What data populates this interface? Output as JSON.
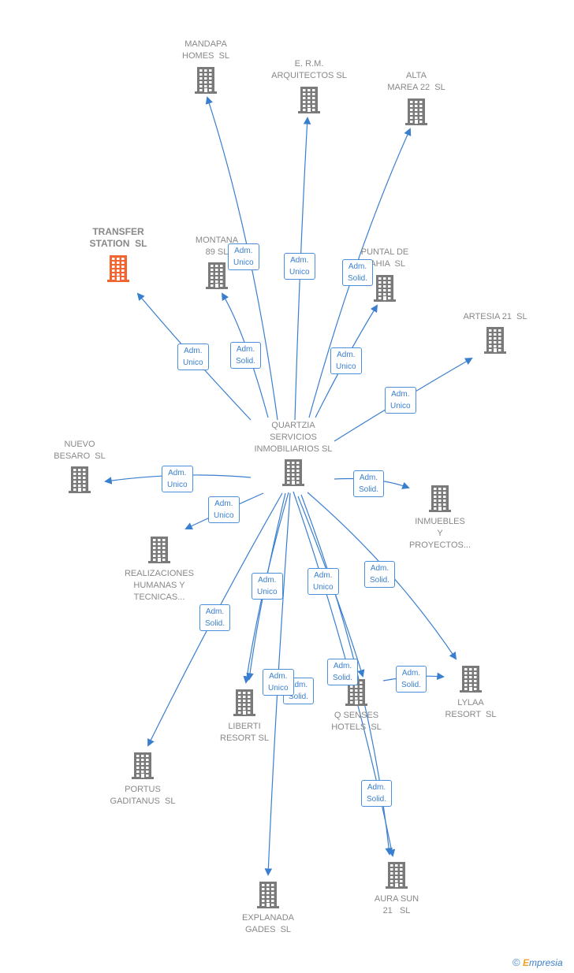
{
  "colors": {
    "building": "#7a7a7a",
    "highlight": "#f26430",
    "edge": "#3a7fcf"
  },
  "nodes": [
    {
      "id": "quartzia",
      "lines": [
        "QUARTZIA",
        "SERVICIOS",
        "INMOBILIARIOS SL"
      ],
      "icon": "building-icon"
    },
    {
      "id": "mandapa",
      "lines": [
        "MANDAPA",
        "HOMES  SL"
      ],
      "icon": "building-icon"
    },
    {
      "id": "erm",
      "lines": [
        "E. R.M.",
        "ARQUITECTOS SL"
      ],
      "icon": "building-icon"
    },
    {
      "id": "altamarea",
      "lines": [
        "ALTA",
        "MAREA 22  SL"
      ],
      "icon": "building-icon"
    },
    {
      "id": "transfer",
      "lines": [
        "TRANSFER",
        "STATION  SL"
      ],
      "icon": "building-icon",
      "highlight": true
    },
    {
      "id": "montana",
      "lines": [
        "MONTANA",
        "89 SL"
      ],
      "icon": "building-icon"
    },
    {
      "id": "puntal",
      "lines": [
        "PUNTAL DE",
        "BAHIA  SL"
      ],
      "icon": "building-icon"
    },
    {
      "id": "artesia",
      "lines": [
        "ARTESIA 21  SL"
      ],
      "icon": "building-icon"
    },
    {
      "id": "nuevo",
      "lines": [
        "NUEVO",
        "BESARO  SL"
      ],
      "icon": "building-icon"
    },
    {
      "id": "inmuebles",
      "lines": [
        "INMUEBLES",
        "Y",
        "PROYECTOS..."
      ],
      "icon": "building-icon"
    },
    {
      "id": "realizaciones",
      "lines": [
        "REALIZACIONES",
        "HUMANAS Y",
        "TECNICAS..."
      ],
      "icon": "building-icon"
    },
    {
      "id": "liberti",
      "lines": [
        "LIBERTI",
        "RESORT SL"
      ],
      "icon": "building-icon"
    },
    {
      "id": "qsenses",
      "lines": [
        "Q SENSES",
        "HOTELS  SL"
      ],
      "icon": "building-icon"
    },
    {
      "id": "lylaa",
      "lines": [
        "LYLAA",
        "RESORT  SL"
      ],
      "icon": "building-icon"
    },
    {
      "id": "portus",
      "lines": [
        "PORTUS",
        "GADITANUS  SL"
      ],
      "icon": "building-icon"
    },
    {
      "id": "aurasun",
      "lines": [
        "AURA SUN",
        "21   SL"
      ],
      "icon": "building-icon"
    },
    {
      "id": "explanada",
      "lines": [
        "EXPLANADA",
        "GADES  SL"
      ],
      "icon": "building-icon"
    }
  ],
  "edge_labels": [
    {
      "id": "l-mandapa",
      "text": "Adm.\nUnico"
    },
    {
      "id": "l-erm",
      "text": "Adm.\nUnico"
    },
    {
      "id": "l-puntal",
      "text": "Adm.\nSolid."
    },
    {
      "id": "l-transfer",
      "text": "Adm.\nUnico"
    },
    {
      "id": "l-montana",
      "text": "Adm.\nSolid."
    },
    {
      "id": "l-altamarea",
      "text": "Adm.\nUnico"
    },
    {
      "id": "l-artesia",
      "text": "Adm.\nUnico"
    },
    {
      "id": "l-nuevo",
      "text": "Adm.\nUnico"
    },
    {
      "id": "l-inmuebles",
      "text": "Adm.\nSolid."
    },
    {
      "id": "l-realizaciones",
      "text": "Adm.\nUnico"
    },
    {
      "id": "l-lylaa",
      "text": "Adm.\nSolid."
    },
    {
      "id": "l-qsenses-unico",
      "text": "Adm.\nUnico"
    },
    {
      "id": "l-liberti-unico",
      "text": "Adm.\nUnico"
    },
    {
      "id": "l-portus",
      "text": "Adm.\nSolid."
    },
    {
      "id": "l-liberti-solid",
      "text": "Adm.\nSolid."
    },
    {
      "id": "l-explanada",
      "text": "Adm.\nUnico"
    },
    {
      "id": "l-qsenses-solid",
      "text": "Adm.\nSolid."
    },
    {
      "id": "l-qsenses-lylaa",
      "text": "Adm.\nSolid."
    },
    {
      "id": "l-aurasun",
      "text": "Adm.\nSolid."
    }
  ],
  "footer": {
    "copyright": "©",
    "brand_initial": "E",
    "brand_rest": "mpresia"
  }
}
